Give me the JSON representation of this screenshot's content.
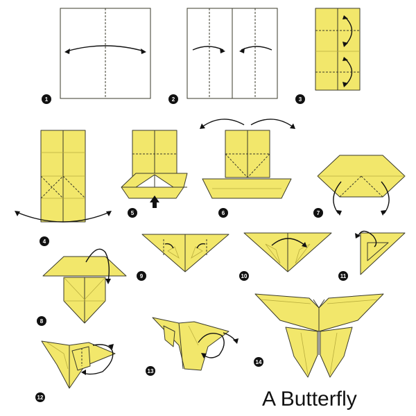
{
  "title": "A Butterfly",
  "steps": [
    "1",
    "2",
    "3",
    "4",
    "5",
    "6",
    "7",
    "8",
    "9",
    "10",
    "11",
    "12",
    "13",
    "14"
  ],
  "colors": {
    "paper": "#f2e76b",
    "outline": "#3a3a2a",
    "arrow": "#111111",
    "background": "#ffffff"
  }
}
